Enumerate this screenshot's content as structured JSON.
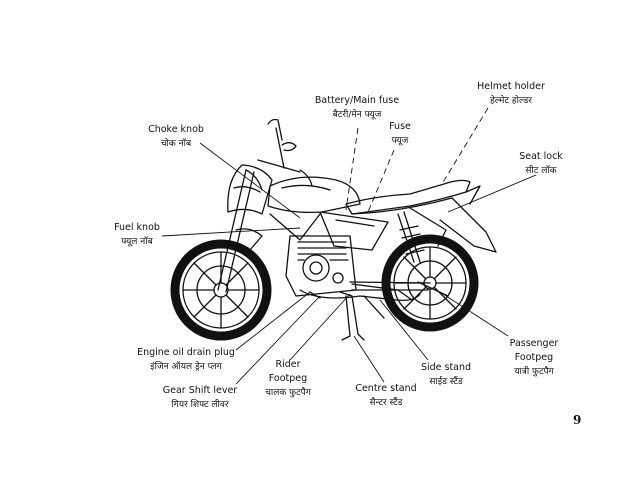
{
  "labels": {
    "battery_main_fuse": {
      "en": "Battery/Main fuse",
      "hi": "बैटरी/मेन फ्यूज"
    },
    "fuse": {
      "en": "Fuse",
      "hi": "फ्यूज"
    },
    "helmet_holder": {
      "en": "Helmet holder",
      "hi": "हेल्मेट होल्डर"
    },
    "choke_knob": {
      "en": "Choke knob",
      "hi": "चोक नॉब"
    },
    "seat_lock": {
      "en": "Seat lock",
      "hi": "सीट लॉक"
    },
    "fuel_knob": {
      "en": "Fuel knob",
      "hi": "फ्यूल नॉब"
    },
    "engine_oil_drain_plug": {
      "en": "Engine oil drain plug",
      "hi": "इंजिन ऑयल ड्रेन प्लग"
    },
    "gear_shift_lever": {
      "en": "Gear Shift lever",
      "hi": "गियर शिफ्ट लीवर"
    },
    "rider_footpeg": {
      "en1": "Rider",
      "en2": "Footpeg",
      "hi": "चालक फुटपैग"
    },
    "centre_stand": {
      "en": "Centre stand",
      "hi": "सैन्टर स्टैंड"
    },
    "side_stand": {
      "en": "Side stand",
      "hi": "साईड स्टैंड"
    },
    "passenger_footpeg": {
      "en1": "Passenger",
      "en2": "Footpeg",
      "hi": "यात्री फुटपैग"
    }
  },
  "page_number": "9",
  "illustration": {
    "subject": "motorcycle-diagram",
    "line_color": "#111111"
  }
}
